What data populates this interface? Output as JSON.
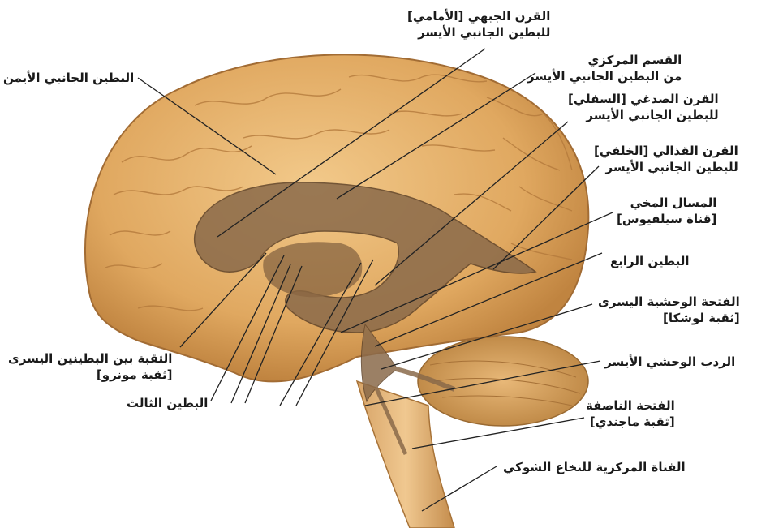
{
  "labels": {
    "frontal_horn": {
      "line1": "القرن الجبهي [الأمامي]",
      "line2": "للبطين الجانبي الأيسر"
    },
    "right_lateral_ventricle": {
      "line1": "البطين الجانبي الأيمن"
    },
    "central_part": {
      "line1": "القسم المركزي",
      "line2": "من البطين الجانبي الأيسر"
    },
    "temporal_horn": {
      "line1": "القرن الصدغي [السفلي]",
      "line2": "للبطين الجانبي الأيسر"
    },
    "occipital_horn": {
      "line1": "القرن القذالي [الخلفي]",
      "line2": "للبطين الجانبي الأيسر"
    },
    "cerebral_aqueduct": {
      "line1": "المسال المخي",
      "line2": "[قناة سيلفيوس]"
    },
    "fourth_ventricle": {
      "line1": "البطين الرابع"
    },
    "left_lateral_aperture": {
      "line1": "الفتحة الوحشية اليسرى",
      "line2": "[ثقبة لوشكا]"
    },
    "left_lateral_recess": {
      "line1": "الردب الوحشي الأيسر"
    },
    "median_aperture": {
      "line1": "الفتحة الناصفة",
      "line2": "[ثقبة ماجندي]"
    },
    "central_canal": {
      "line1": "القناة المركزية للنخاع الشوكي"
    },
    "interventricular_foramen": {
      "line1": "الثقبة بين البطينين اليسرى",
      "line2": "[ثقبة مونرو]"
    },
    "third_ventricle": {
      "line1": "البطين الثالث"
    }
  }
}
